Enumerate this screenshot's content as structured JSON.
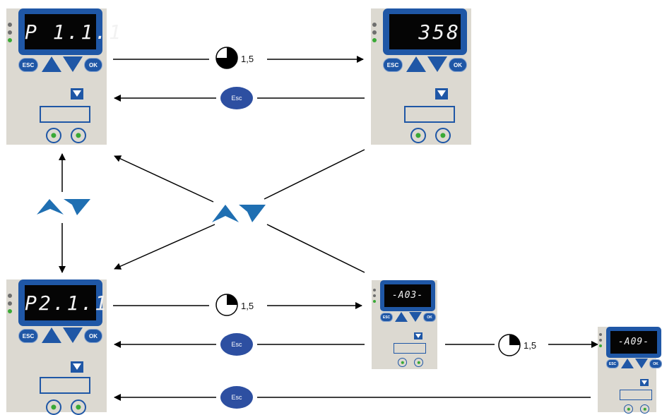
{
  "panels": {
    "p1": {
      "display": "P 1.1.1",
      "esc": "ESC",
      "ok": "OK"
    },
    "v1": {
      "display": "358",
      "esc": "ESC",
      "ok": "OK"
    },
    "p2": {
      "display": "P2.1.1",
      "esc": "ESC",
      "ok": "OK"
    },
    "a03": {
      "display": "-A03-",
      "esc": "ESC",
      "ok": "OK"
    },
    "a09": {
      "display": "-A09-",
      "esc": "ESC",
      "ok": "OK"
    }
  },
  "hold_time": {
    "label_1": "1,5",
    "label_2": "1,5",
    "label_3": "1,5"
  },
  "esc_buttons": {
    "esc_1": "Esc",
    "esc_2": "Esc",
    "esc_3": "Esc"
  },
  "colors": {
    "panel": "#dcd9d1",
    "blue": "#1f57a6",
    "led_green": "#39a935",
    "led_grey": "#6e6e6e"
  },
  "icons": [
    "pie-timer-icon",
    "up-arrow-icon",
    "down-arrow-icon",
    "esc-button-icon",
    "tank-icon",
    "pump-icon"
  ]
}
